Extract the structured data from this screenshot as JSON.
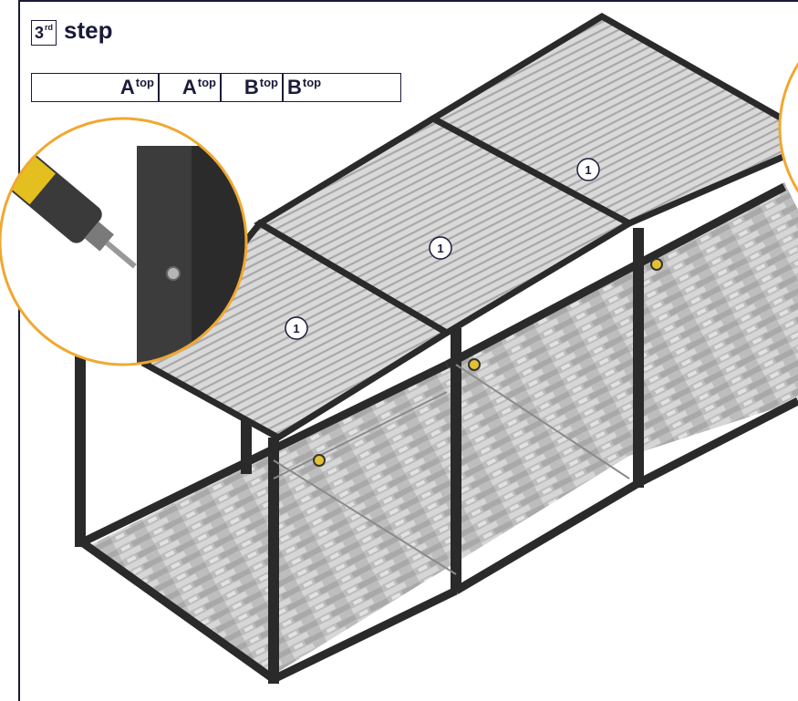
{
  "step": {
    "number": "3",
    "ordinal": "rd",
    "label": "step"
  },
  "parts": [
    {
      "letter": "A",
      "suffix": "top"
    },
    {
      "letter": "A",
      "suffix": "top"
    },
    {
      "letter": "B",
      "suffix": "top"
    },
    {
      "letter": "B",
      "suffix": "top"
    }
  ],
  "callouts": [
    "1",
    "1",
    "1"
  ],
  "colors": {
    "frame": "#1a1a3a",
    "accent": "#f0a830",
    "roof": "#c8c8c8",
    "floor": "#b5b5b5"
  }
}
